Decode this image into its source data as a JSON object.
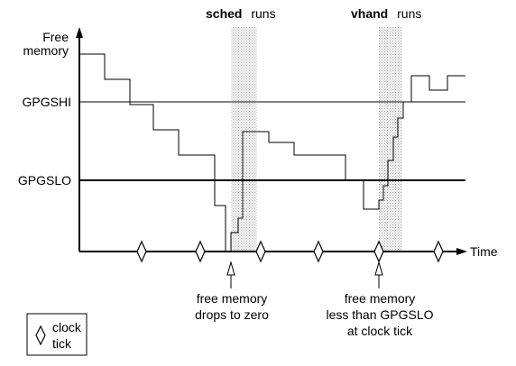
{
  "labels": {
    "y_axis_line1": "Free",
    "y_axis_line2": "memory",
    "x_axis": "Time",
    "gpgshi": "GPGSHI",
    "gpgslo": "GPGSLO",
    "sched_bold": "sched",
    "sched_rest": "runs",
    "vhand_bold": "vhand",
    "vhand_rest": "runs",
    "annot1_line1": "free memory",
    "annot1_line2": "drops to zero",
    "annot2_line1": "free memory",
    "annot2_line2": "less than GPGSLO",
    "annot2_line3": "at clock tick",
    "legend_line1": "clock",
    "legend_line2": "tick"
  },
  "colors": {
    "ink": "#000000",
    "stipple": "#9a9a9a",
    "background": "#ffffff"
  }
}
